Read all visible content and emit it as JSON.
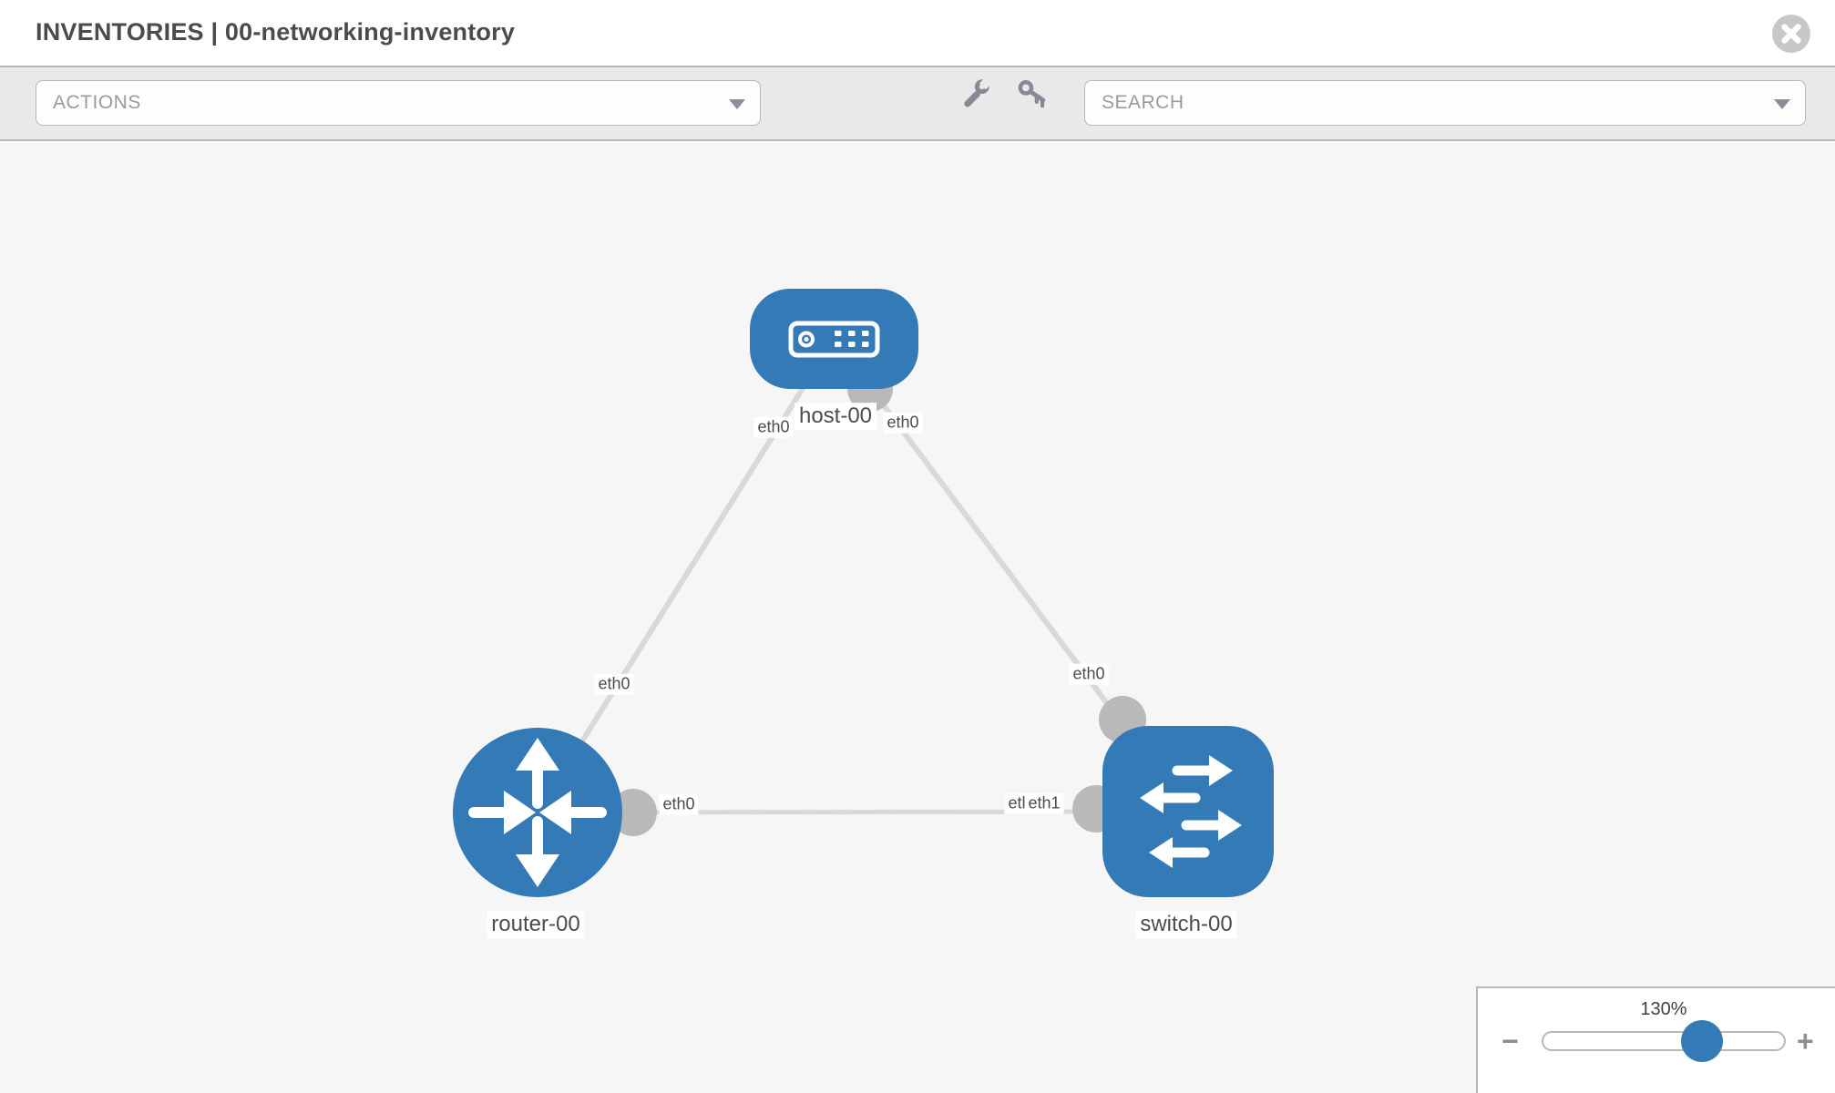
{
  "header": {
    "title": "INVENTORIES | 00-networking-inventory"
  },
  "toolbar": {
    "actions_dropdown": {
      "placeholder": "ACTIONS"
    },
    "tools": [
      {
        "icon": "wrench-icon"
      },
      {
        "icon": "key-icon"
      }
    ],
    "search_dropdown": {
      "placeholder": "SEARCH"
    }
  },
  "topology": {
    "nodes": [
      {
        "label": "host-00",
        "type": "host"
      },
      {
        "label": "router-00",
        "type": "router"
      },
      {
        "label": "switch-00",
        "type": "switch"
      }
    ],
    "links": [
      {
        "from": "host-00",
        "to": "router-00",
        "from_interface": "eth0",
        "to_interface": "eth0"
      },
      {
        "from": "host-00",
        "to": "switch-00",
        "from_interface": "eth0",
        "to_interface": "eth0"
      },
      {
        "from": "router-00",
        "to": "switch-00",
        "from_interface": "eth0",
        "to_interface": "eth1",
        "overlapped_interface": "eth0"
      }
    ]
  },
  "zoom_control": {
    "level": "130%",
    "decrease_icon": "−",
    "increase_icon": "+"
  },
  "colors": {
    "node_blue": "#337ab7",
    "link_gray": "#d9d9d9",
    "endpoint_gray": "#b9b9b9",
    "toolbar_gray": "#e9e9e9",
    "canvas_gray": "#f6f6f6"
  }
}
